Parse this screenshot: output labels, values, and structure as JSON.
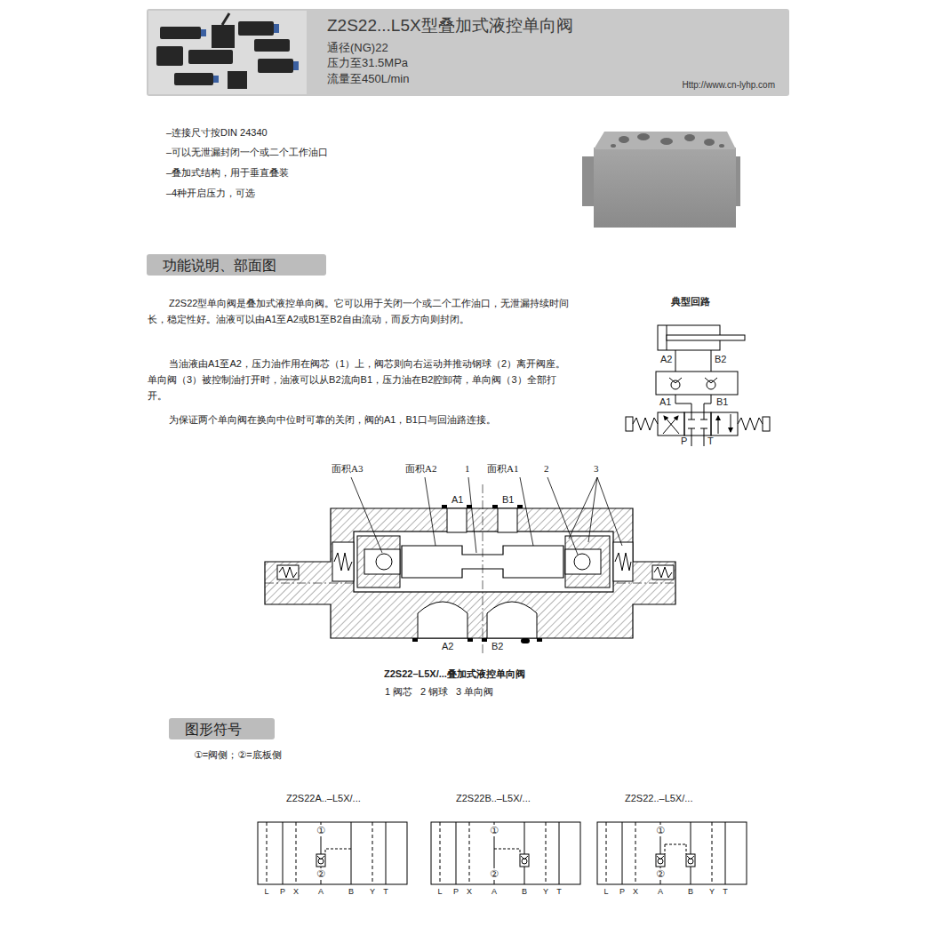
{
  "diagram": {
    "caption": "Z2S22–L5X/...叠加式液控单向阀",
    "nodes": [
      {
        "text": [
          "Z2S22...L5X型叠加式液控单向阀",
          "通径(NG)22",
          "压力至31.5MPa",
          "流量至450L/min",
          "Http://www.cn-lyhp.com"
        ]
      },
      {
        "text": [
          "功能说明、部面图"
        ]
      },
      {
        "text": [
          "图形符号"
        ]
      }
    ],
    "labels": [
      "–连接尺寸按DIN 24340",
      "–可以无泄漏封闭一个或二个工作油口",
      "–叠加式结构，用于垂直叠装",
      "–4种开启压力，可选",
      "Z2S22型单向阀是叠加式液控单向阀。它可以用于关闭一个或二个工作油口，无泄漏持续时间长，稳定性好。油液可以由A1至A2或B1至B2自由流动，而反方向则封闭。",
      "当油液由A1至A2，压力油作用在阀芯（1）上，阀芯则向右运动并推动钢球（2）离开阀座。单向阀（3）被控制油打开时，油液可以从B2流向B1，压力油在B2腔卸荷，单向阀（3）全部打开。",
      "为保证两个单向阀在换向中位时可靠的关闭，阀的A1，B1口与回油路连接。",
      "典型回路",
      "A2",
      "B2",
      "A1",
      "B1",
      "P",
      "T",
      "面积A3",
      "面积A2",
      "1",
      "面积A1",
      "2",
      "3",
      "A1",
      "B1",
      "A2",
      "B2",
      "1 阀芯",
      "2 钢球",
      "3 单向阀",
      "①=阀侧；②=底板侧",
      "Z2S22A..–L5X/...",
      "Z2S22B..–L5X/...",
      "Z2S22..–L5X/...",
      "①",
      "②",
      "L",
      "P",
      "X",
      "A",
      "B",
      "Y",
      "T",
      "①",
      "②",
      "L",
      "P",
      "X",
      "A",
      "B",
      "Y",
      "T",
      "①",
      "②",
      "L",
      "P",
      "X",
      "A",
      "B",
      "Y",
      "T"
    ]
  }
}
